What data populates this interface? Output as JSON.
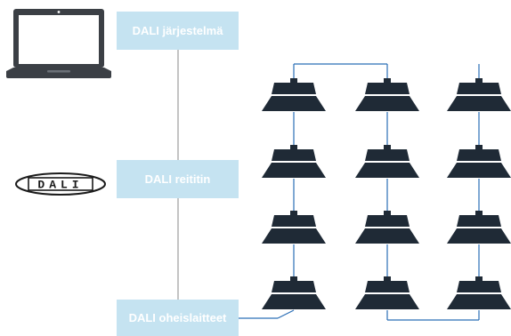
{
  "routing": {
    "system_label": "DALI järjestelmä",
    "router_label": "DALI reititin",
    "peripherals_label": "DALI oheislaitteet"
  },
  "logo": {
    "text": "DALI",
    "icon": "dali-logo-icon"
  },
  "computer": {
    "icon": "laptop-icon"
  },
  "luminaires": {
    "rows": 4,
    "columns": 3,
    "icon": "ceiling-luminaire-icon"
  },
  "colors": {
    "box_fill": "#c5e3f1",
    "box_text": "#ffffff",
    "wire": "#2a6fb6",
    "bus_line": "#8a8a8a",
    "device": "#1f2a36"
  }
}
